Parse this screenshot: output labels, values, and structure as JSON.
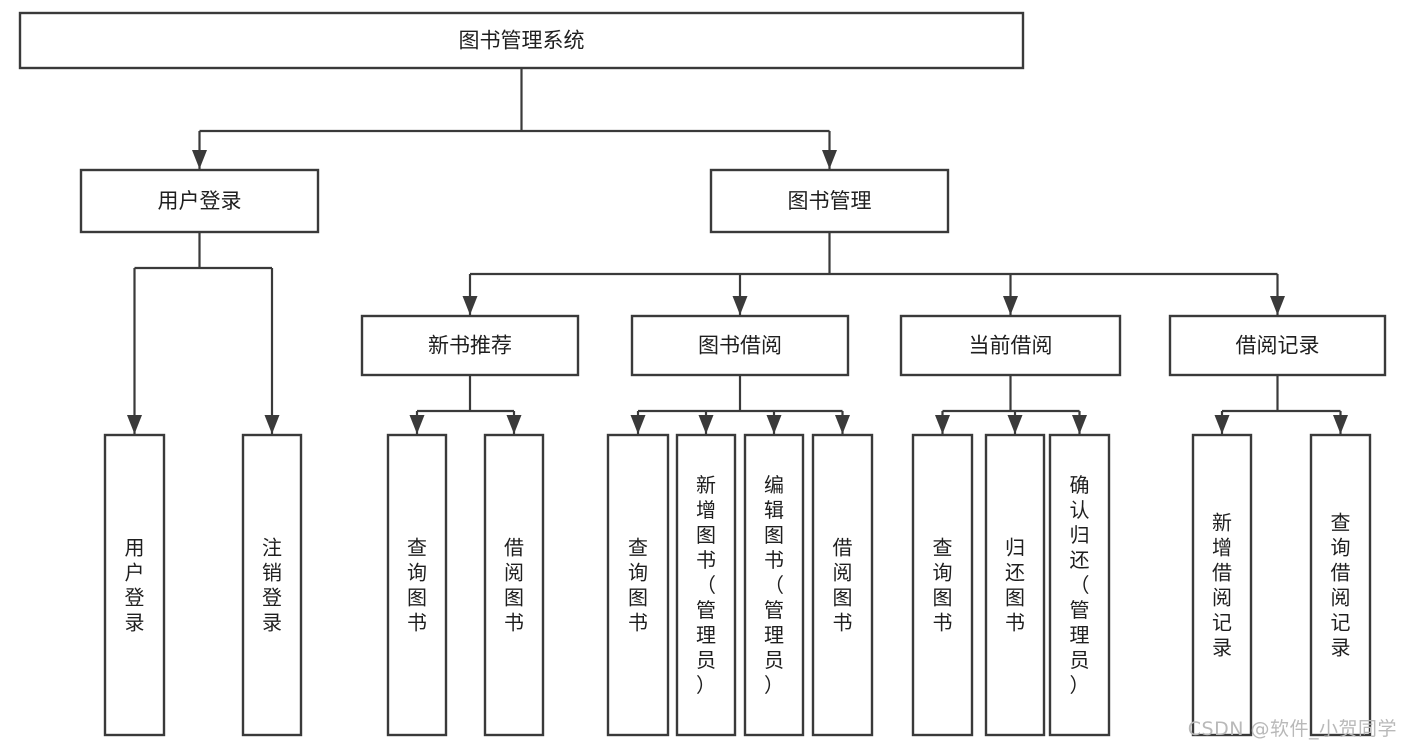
{
  "diagram": {
    "type": "tree",
    "title": "图书管理系统",
    "root": {
      "id": "root",
      "label": "图书管理系统"
    },
    "level2": [
      {
        "id": "user-login",
        "label": "用户登录"
      },
      {
        "id": "book-manage",
        "label": "图书管理"
      }
    ],
    "level3": [
      {
        "id": "new-book-recommend",
        "label": "新书推荐",
        "parent": "book-manage"
      },
      {
        "id": "book-borrow",
        "label": "图书借阅",
        "parent": "book-manage"
      },
      {
        "id": "current-borrow",
        "label": "当前借阅",
        "parent": "book-manage"
      },
      {
        "id": "borrow-record",
        "label": "借阅记录",
        "parent": "book-manage"
      }
    ],
    "leaves": [
      {
        "id": "leaf-user-login",
        "label": "用户登录",
        "parent": "user-login"
      },
      {
        "id": "leaf-logout-login",
        "label": "注销登录",
        "parent": "user-login"
      },
      {
        "id": "leaf-query-book-1",
        "label": "查询图书",
        "parent": "new-book-recommend"
      },
      {
        "id": "leaf-borrow-book-1",
        "label": "借阅图书",
        "parent": "new-book-recommend"
      },
      {
        "id": "leaf-query-book-2",
        "label": "查询图书",
        "parent": "book-borrow"
      },
      {
        "id": "leaf-add-book",
        "label": "新增图书（管理员）",
        "parent": "book-borrow"
      },
      {
        "id": "leaf-edit-book",
        "label": "编辑图书（管理员）",
        "parent": "book-borrow"
      },
      {
        "id": "leaf-borrow-book-2",
        "label": "借阅图书",
        "parent": "book-borrow"
      },
      {
        "id": "leaf-query-book-3",
        "label": "查询图书",
        "parent": "current-borrow"
      },
      {
        "id": "leaf-return-book",
        "label": "归还图书",
        "parent": "current-borrow"
      },
      {
        "id": "leaf-confirm-return",
        "label": "确认归还（管理员）",
        "parent": "current-borrow"
      },
      {
        "id": "leaf-add-record",
        "label": "新增借阅记录",
        "parent": "borrow-record"
      },
      {
        "id": "leaf-query-record",
        "label": "查询借阅记录",
        "parent": "borrow-record"
      }
    ],
    "colors": {
      "box_stroke": "#3a3a3a",
      "box_fill": "#ffffff",
      "text": "#1f1f1f",
      "connector": "#3a3a3a",
      "background": "#ffffff",
      "watermark": "#b9b9b9"
    }
  },
  "watermark": {
    "text": "CSDN @软件_小贺同学"
  }
}
